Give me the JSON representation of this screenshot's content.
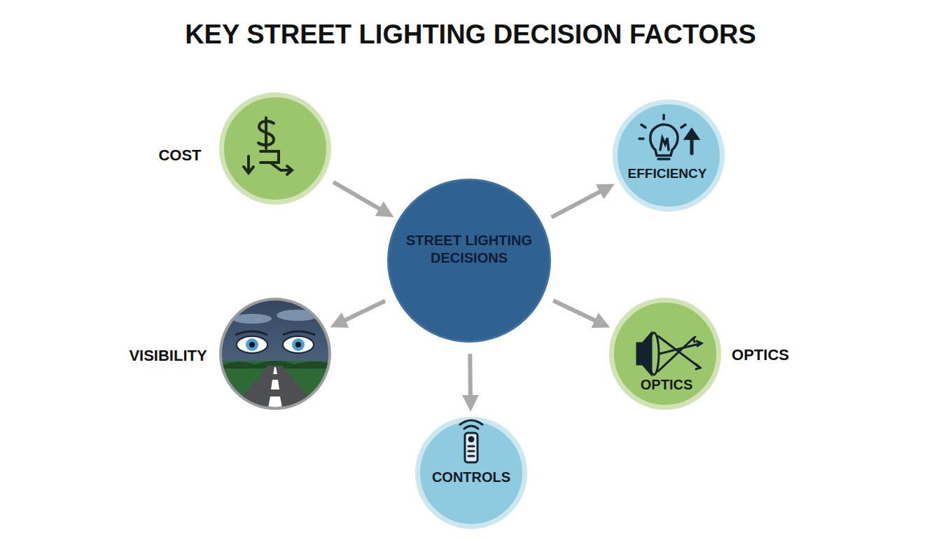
{
  "diagram": {
    "title": "KEY STREET LIGHTING DECISION FACTORS",
    "nodes": [
      {
        "text": [
          "COST"
        ]
      },
      {
        "text": [
          "EFFICIENCY"
        ]
      },
      {
        "text": [
          "STREET LIGHTING DECISIONS"
        ]
      },
      {
        "text": [
          "VISIBILITY"
        ]
      },
      {
        "text": [
          "OPTICS",
          "OPTICS"
        ]
      },
      {
        "text": [
          "CONTROLS"
        ]
      }
    ],
    "edges": [
      {
        "from": 0,
        "to": 2,
        "arrow": "to"
      },
      {
        "from": 2,
        "to": 1,
        "arrow": "to"
      },
      {
        "from": 2,
        "to": 3,
        "arrow": "to"
      },
      {
        "from": 2,
        "to": 5,
        "arrow": "to"
      },
      {
        "from": 2,
        "to": 4,
        "arrow": "to"
      }
    ]
  }
}
